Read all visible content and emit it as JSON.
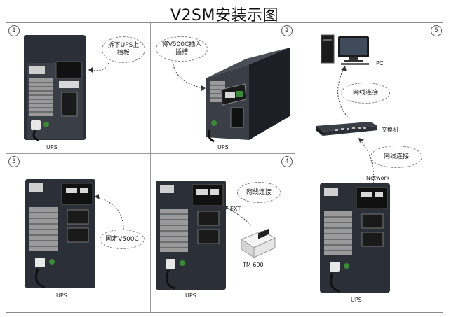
{
  "title": "V2SM安装示图",
  "steps": {
    "s1": {
      "number": "1",
      "callout_line1": "拆下UPS上",
      "callout_line2": "档板",
      "device_label": "UPS"
    },
    "s2": {
      "number": "2",
      "callout_line1": "将V500C插入",
      "callout_line2": "插槽",
      "device_label": "UPS"
    },
    "s3": {
      "number": "3",
      "callout": "固定V500C",
      "device_label": "UPS"
    },
    "s4": {
      "number": "4",
      "callout": "网线连接",
      "ext_label": "EXT",
      "tm_label": "TM 600",
      "device_label": "UPS"
    },
    "s5": {
      "number": "5",
      "pc_label": "PC",
      "link_top": "网线连接",
      "switch_label": "交换机",
      "link_bottom": "网线连接",
      "network_label": "Network",
      "device_label": "UPS"
    }
  },
  "colors": {
    "ups_body": "#2b2f38",
    "ups_side": "#1c1f26",
    "panel": "#d8d8d8",
    "accent_green": "#3a8a3a",
    "frame": "#8a8a8a"
  }
}
